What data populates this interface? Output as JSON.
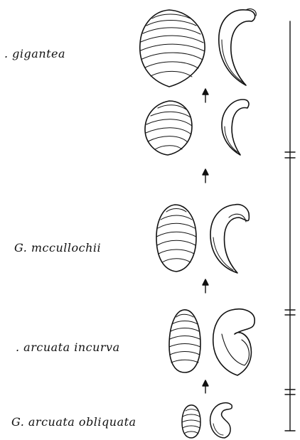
{
  "labels": {
    "gigantea": ". gigantea",
    "mccullochii": "G. mccullochii",
    "arcuata_incurva": ". arcuata incurva",
    "arcuata_obliquata": "G. arcuata obliquata"
  },
  "colors": {
    "ink": "#111111",
    "paper": "#ffffff"
  }
}
